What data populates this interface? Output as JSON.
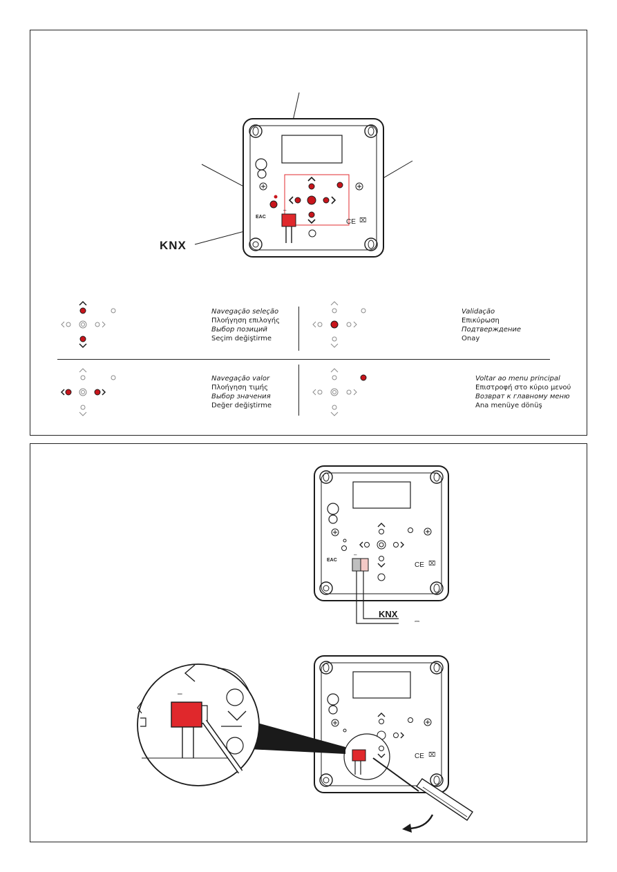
{
  "brand": {
    "knx_label": "KNX",
    "eac_label": "EAC"
  },
  "marks": {
    "ce": "CE",
    "weee": "⌧"
  },
  "wiring": {
    "dc_symbol": "⎓"
  },
  "pins": {
    "minus": "–"
  },
  "legend": {
    "navigation_selection": [
      "Navegação seleção",
      "Πλοήγηση επιλογής",
      "Выбор позиций",
      "Seçim değiştirme"
    ],
    "validation": [
      "Validação",
      "Επικύρωση",
      "Подтверждение",
      "Onay"
    ],
    "navigation_value": [
      "Navegação valor",
      "Πλοήγηση τιμής",
      "Выбор значения",
      "Değer değiştirme"
    ],
    "back_to_menu": [
      "Voltar ao menu principal",
      "Επιστροφή στο κύριο μενού",
      "Возврат к главному меню",
      "Ana menüye dönüş"
    ]
  },
  "colors": {
    "accent_red": "#e0282c",
    "button_red": "#c8151c",
    "line": "#1a1a1a",
    "grey": "#8a8a8a",
    "pale_red": "#f3c9c6"
  }
}
